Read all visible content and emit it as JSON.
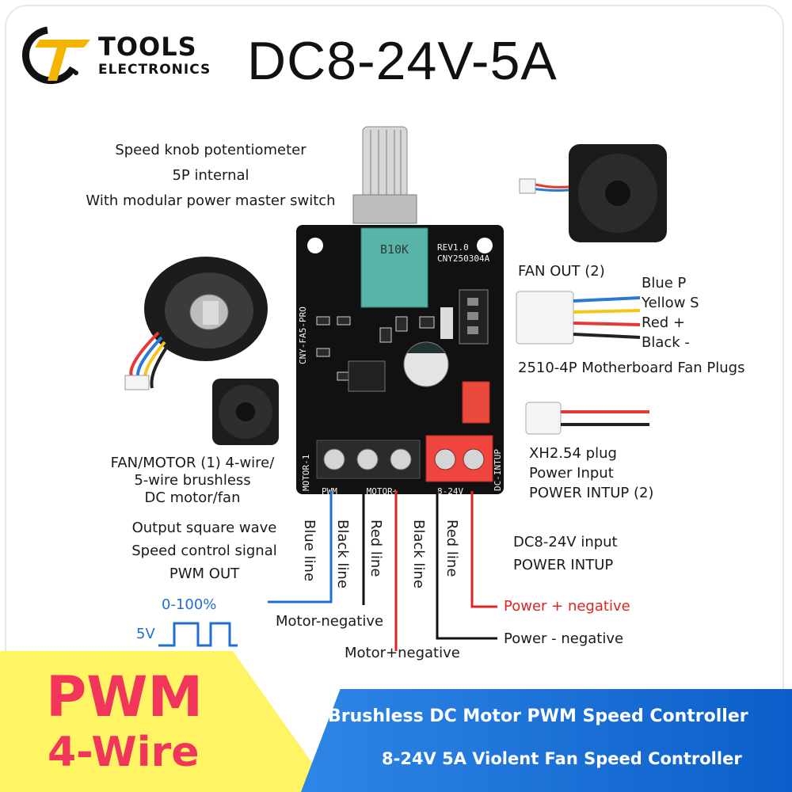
{
  "brand": {
    "name": "TOOLS",
    "sub": "ELECTRONICS"
  },
  "spec": "DC8-24V-5A",
  "knob_desc": [
    "Speed knob potentiometer",
    "5P internal",
    "With modular power master switch"
  ],
  "fan_out": {
    "title": "FAN OUT (2)",
    "pins": [
      "Blue P",
      "Yellow S",
      "Red +",
      "Black -"
    ],
    "plug": "2510-4P Motherboard Fan Plugs"
  },
  "xh_plug": [
    "XH2.54 plug",
    "Power Input",
    "POWER INTUP (2)"
  ],
  "motor_desc": [
    "FAN/MOTOR (1) 4-wire/",
    "5-wire brushless",
    "DC motor/fan"
  ],
  "output_desc": [
    "Output square wave",
    "Speed control signal",
    "PWM OUT"
  ],
  "wires": [
    "Blue line",
    "Black line",
    "Red line",
    "Black line",
    "Red line"
  ],
  "dc_input": [
    "DC8-24V input",
    "POWER INTUP"
  ],
  "callouts": {
    "motor_neg": "Motor-negative",
    "motor_pos": "Motor+negative",
    "power_pos": "Power + negative",
    "power_neg": "Power - negative"
  },
  "pwm_wave": {
    "range": "0-100%",
    "volt": "5V"
  },
  "board": {
    "pot_code": "B10K",
    "version": "REV1.0",
    "part": "CNY250304A",
    "model": "CNY-FA5-PRO",
    "motor_label": "MOTOR-1",
    "pin_labels": [
      "PWM",
      "-MOTOR+"
    ],
    "input_label": "DC-INTUP",
    "input_range": "8-24V"
  },
  "banner": {
    "pwm": "PWM",
    "wire": "4-Wire",
    "line1": "Brushless DC Motor PWM Speed Controller",
    "line2": "8-24V 5A Violent Fan Speed Controller"
  },
  "colors": {
    "pwm_pink": "#f2365b",
    "banner_yellow": "#fff463",
    "banner_blue": "#1e72d8",
    "wire_blue": "#1f6fd1",
    "wire_red": "#e02424"
  }
}
